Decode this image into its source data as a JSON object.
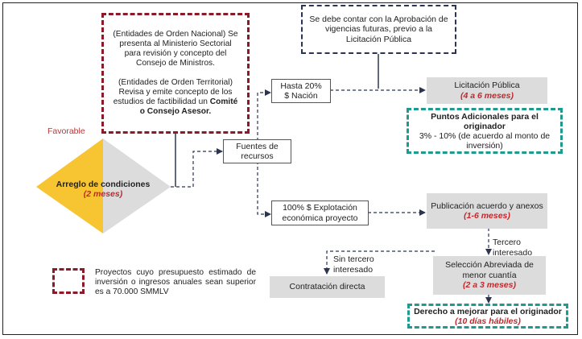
{
  "entity_box": {
    "para1": "(Entidades de Orden Nacional) Se presenta al Ministerio Sectorial para revisión y concepto del Consejo de Ministros.",
    "para2_a": "(Entidades de Orden Territorial) Revisa y emite  concepto de los estudios de factibilidad un ",
    "para2_b": "Comité o Consejo Asesor."
  },
  "vigencias_box": "Se debe contar con la Aprobación de vigencias futuras, previo a la Licitación Pública",
  "favorable_label": "Favorable",
  "arreglo": {
    "title": "Arreglo de condiciones",
    "duration": "(2 meses)"
  },
  "fuentes": "Fuentes de recursos",
  "hasta": {
    "line1": "Hasta 20%",
    "line2": "$ Nación"
  },
  "licitacion": {
    "title": "Licitación Pública",
    "duration": "(4 a 6 meses)"
  },
  "puntos": {
    "title": "Puntos Adicionales para el originador",
    "detail": "3% - 10% (de acuerdo al monto de inversión)"
  },
  "explotacion": "100% $ Explotación económica proyecto",
  "publicacion": {
    "title": "Publicación acuerdo y anexos",
    "duration": "(1-6 meses)"
  },
  "tercero_label": "Tercero interesado",
  "sin_tercero_label": "Sin tercero interesado",
  "contratacion": "Contratación directa",
  "seleccion": {
    "title": "Selección Abreviada de menor cuantía",
    "duration": "(2 a 3 meses)"
  },
  "derecho": {
    "title": "Derecho a mejorar para el originador",
    "duration": "(10 días hábiles)"
  },
  "legend_text": "Proyectos cuyo presupuesto estimado de inversión o ingresos anuales sean superior es a 70.000 SMMLV",
  "colors": {
    "red_dash": "#8b1a2b",
    "navy_dash": "#2b3553",
    "teal_dash": "#1f9a8e",
    "yellow": "#f7c531",
    "gray": "#dcdcdc",
    "duration_red": "#c0282c"
  }
}
